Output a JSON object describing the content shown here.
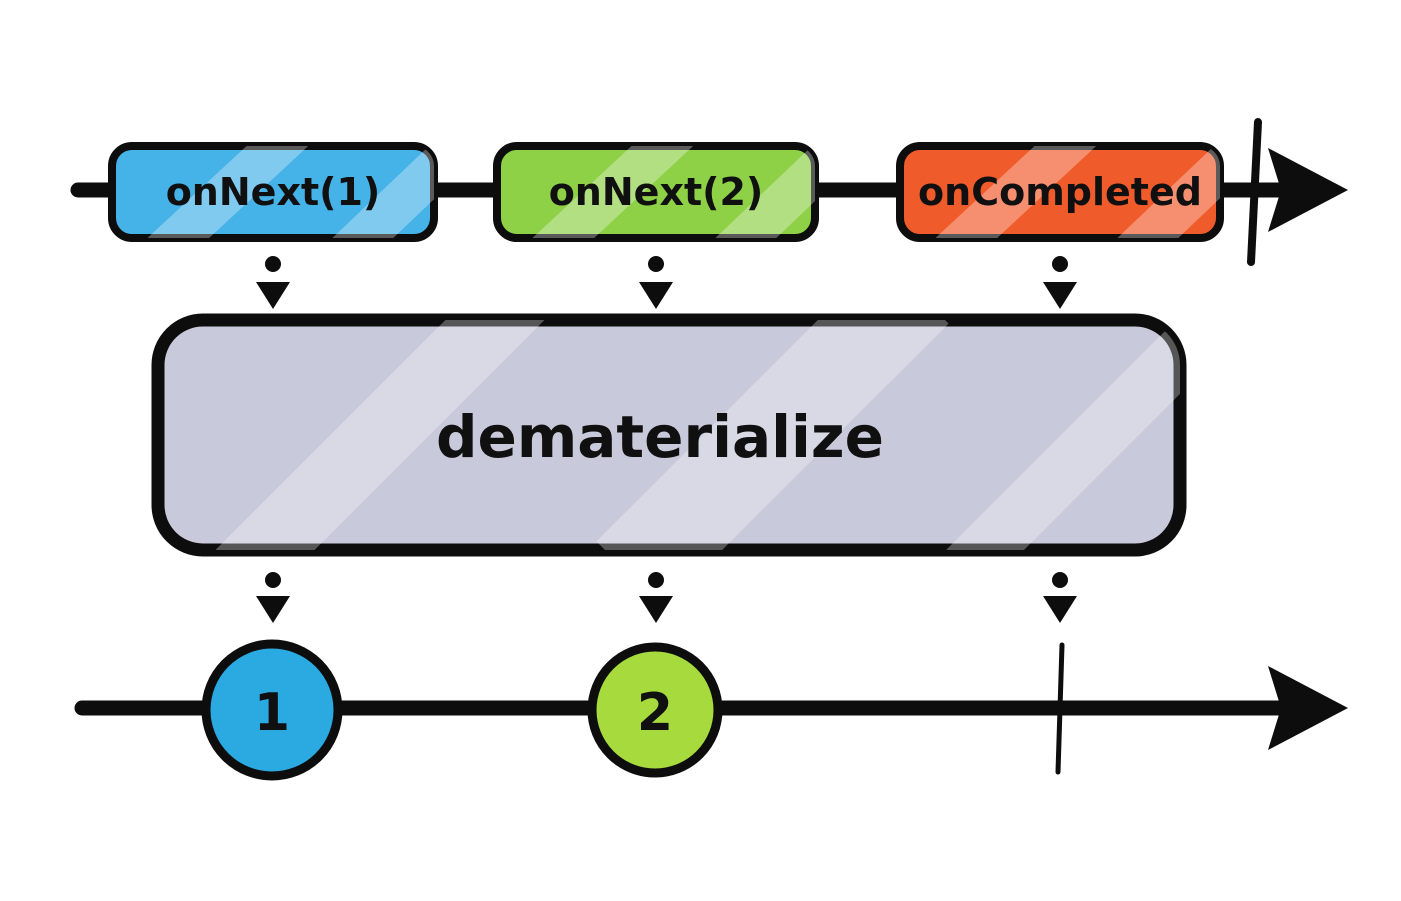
{
  "diagram": {
    "title": "dematerialize marble diagram",
    "source_timeline": {
      "events": [
        {
          "id": "on-next-1",
          "label": "onNext(1)",
          "fill": "#45b2e8"
        },
        {
          "id": "on-next-2",
          "label": "onNext(2)",
          "fill": "#8ed046"
        },
        {
          "id": "on-completed",
          "label": "onCompleted",
          "fill": "#f05b2b"
        }
      ],
      "has_complete_tick": true
    },
    "operator": {
      "label": "dematerialize",
      "fill": "#c9c9dc"
    },
    "output_timeline": {
      "marbles": [
        {
          "id": "marble-1",
          "label": "1",
          "fill": "#2baae1"
        },
        {
          "id": "marble-2",
          "label": "2",
          "fill": "#a6da3d"
        }
      ],
      "has_complete_tick": true
    }
  }
}
